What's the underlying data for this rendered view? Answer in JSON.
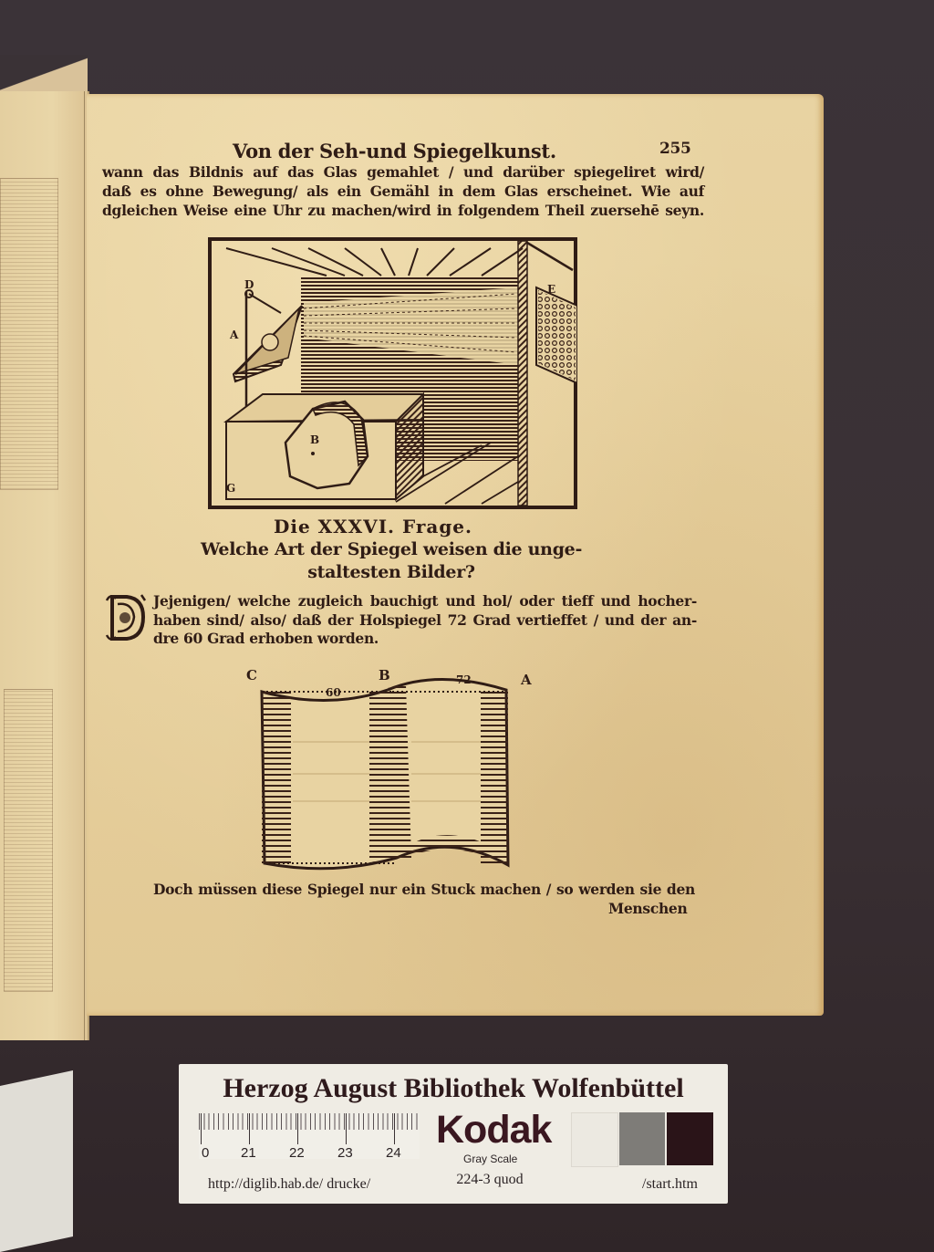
{
  "page": {
    "running_head": "Von der Seh-und Spiegelkunst.",
    "page_number": "255",
    "body_lines": [
      "wann das Bildnis auf das Glas gemahlet / und darüber spiegeliret wird/",
      "daß es ohne Bewegung/ als ein Gemähl in dem Glas erscheinet. Wie auf",
      "dgleichen Weise eine Uhr zu machen/wird in folgendem Theil zuersehē seyn."
    ],
    "figure1": {
      "labels": {
        "D": "D",
        "E": "E",
        "A": "A",
        "B": "B",
        "G": "G"
      }
    },
    "question": {
      "number": "Die XXXVI. Frage.",
      "title_line1": "Welche Art der Spiegel weisen die unge-",
      "title_line2": "staltesten Bilder?"
    },
    "answer": {
      "dropcap": "D",
      "lines": [
        "Jejenigen/ welche zugleich bauchigt und hol/ oder tieff und hocher-",
        "haben sind/ also/ daß der Holspiegel 72 Grad vertieffet / und der an-"
      ],
      "last_line": "dre 60 Grad erhoben worden."
    },
    "figure2": {
      "label_c": "C",
      "label_b": "B",
      "label_a": "A",
      "angle_left": "60",
      "angle_right": "72"
    },
    "closing_line": "Doch müssen diese Spiegel nur ein Stuck machen / so werden sie den",
    "catchword": "Menschen"
  },
  "card": {
    "title": "Herzog August Bibliothek Wolfenbüttel",
    "ruler_numbers": [
      "0",
      "21",
      "22",
      "23",
      "24"
    ],
    "brand": "Kodak",
    "brand_sub": "Gray Scale",
    "swatches": [
      "#ece9e1",
      "#7e7c78",
      "#2a1418"
    ],
    "url_left": "http://diglib.hab.de/ drucke/",
    "shelfmark": "224-3 quod",
    "url_right": "/start.htm"
  },
  "colors": {
    "paper": "#e6cf9c",
    "ink": "#2f1c15",
    "background": "#3a3236"
  }
}
